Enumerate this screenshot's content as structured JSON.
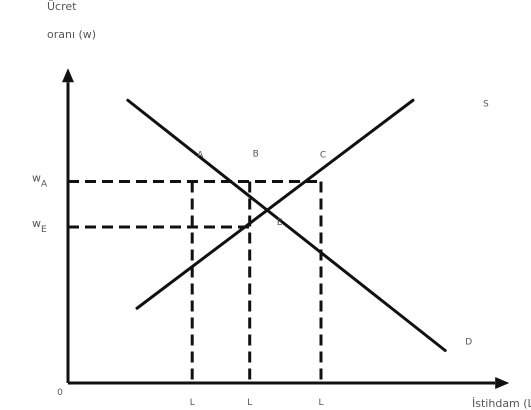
{
  "chart_data": {
    "type": "line",
    "title_top": "Ücret",
    "ylabel": "oranı (w)",
    "xlabel": "İstihdam (L)",
    "origin_label": "0",
    "y_ticks": [
      {
        "label": "w",
        "sub": "A"
      },
      {
        "label": "w",
        "sub": "E"
      }
    ],
    "x_ticks": [
      "L",
      "L",
      "L"
    ],
    "point_labels": [
      "A",
      "B",
      "C",
      "E"
    ],
    "line_labels": [
      "S",
      "D"
    ],
    "series": [
      {
        "points": [
          [
            1.3,
            8.7
          ],
          [
            8.2,
            1.0
          ]
        ]
      },
      {
        "points": [
          [
            1.5,
            2.3
          ],
          [
            7.5,
            8.7
          ]
        ]
      }
    ],
    "wA": 6.2,
    "wE": 4.8,
    "x_levels": [
      2.7,
      3.95,
      5.5
    ],
    "xlim": [
      0,
      9.2
    ],
    "ylim": [
      0,
      9.5
    ],
    "colors": {
      "line": "#111111",
      "text": "#555555"
    }
  }
}
